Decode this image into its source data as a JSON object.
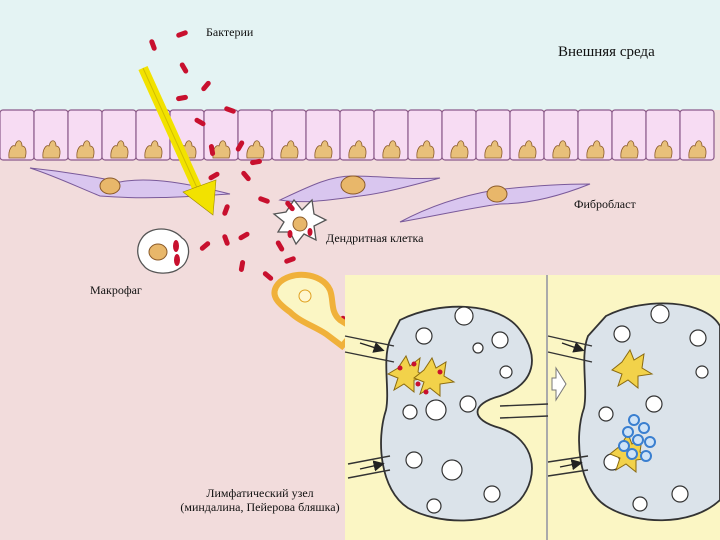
{
  "labels": {
    "bacteria": "Бактерии",
    "environment": "Внешняя среда",
    "fibroblast": "Фибробласт",
    "dendritic_cell": "Дендритная клетка",
    "macrophage": "Макрофаг",
    "lymph_node_line1": "Лимфатический узел",
    "lymph_node_line2": "(миндалина, Пейерова бляшка)"
  },
  "colors": {
    "environment": "#e4f3f3",
    "epithelium": "#f7dcf3",
    "epithelium_nucleus": "#e8c07a",
    "tissue": "#f2dcdc",
    "fibroblast": "#d9c6ef",
    "fibroblast_nucleus": "#e8b76a",
    "bacteria": "#c8102e",
    "arrow": "#f2e200",
    "lymph_panel": "#fbf6c4",
    "lymph_node": "#dbe3ea",
    "lymph_vessel_border": "#f0b13a",
    "b_cell": "#3a7fd0"
  }
}
